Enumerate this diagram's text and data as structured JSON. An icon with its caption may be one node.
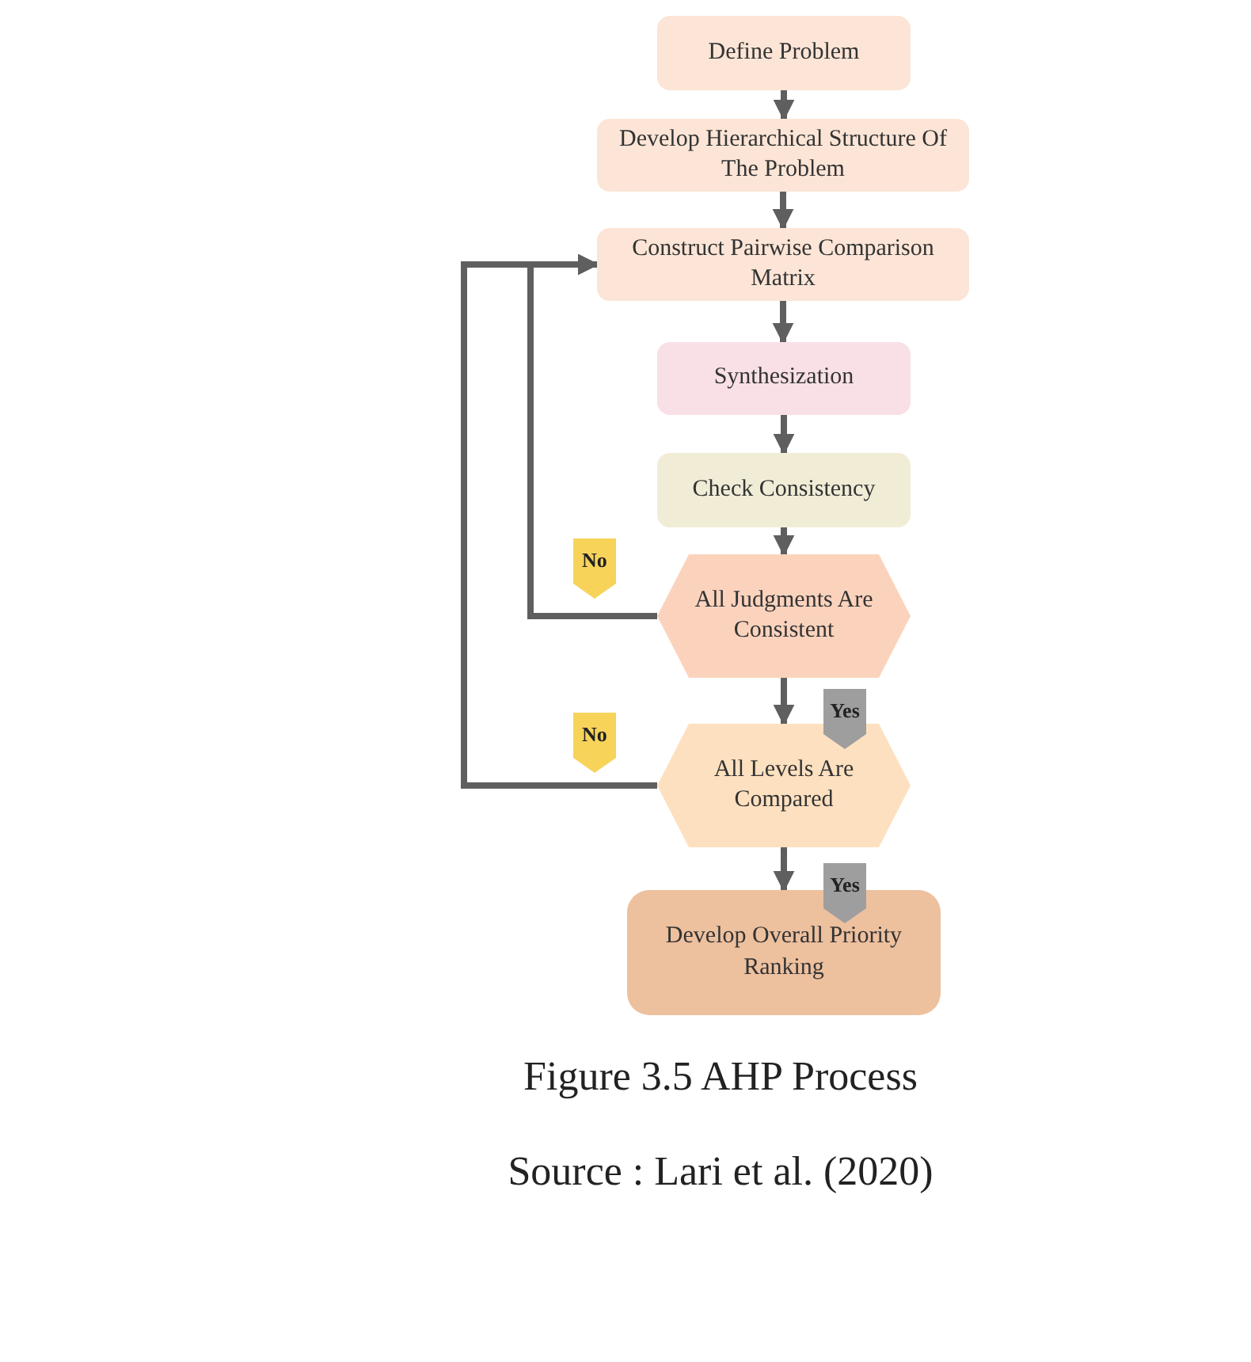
{
  "diagram": {
    "caption": "Figure 3.5 AHP Process",
    "nodes": [
      {
        "text": [
          "Define Problem"
        ]
      },
      {
        "text": [
          "Develop Hierarchical Structure Of The Problem"
        ]
      },
      {
        "text": [
          "Construct Pairwise Comparison Matrix"
        ]
      },
      {
        "text": [
          "Synthesization"
        ]
      },
      {
        "text": [
          "Check Consistency"
        ]
      },
      {
        "text": [
          "All Judgments Are Consistent"
        ]
      },
      {
        "text": [
          "All Levels Are Compared"
        ]
      },
      {
        "text": [
          "Develop Overall Priority Ranking"
        ]
      }
    ],
    "edges": [
      {
        "from": 0,
        "to": 1,
        "arrow": "to"
      },
      {
        "from": 1,
        "to": 2,
        "arrow": "to"
      },
      {
        "from": 2,
        "to": 3,
        "arrow": "to"
      },
      {
        "from": 3,
        "to": 4,
        "arrow": "to"
      },
      {
        "from": 4,
        "to": 5,
        "arrow": "to"
      },
      {
        "from": 5,
        "to": 6,
        "arrow": "to",
        "label": "Yes"
      },
      {
        "from": 6,
        "to": 7,
        "arrow": "to",
        "label": "Yes"
      },
      {
        "from": 5,
        "to": 2,
        "arrow": "to",
        "label": "No"
      },
      {
        "from": 6,
        "to": 2,
        "arrow": "to",
        "label": "No"
      }
    ],
    "labels": [
      "Source : Lari et al. (2020)"
    ]
  }
}
